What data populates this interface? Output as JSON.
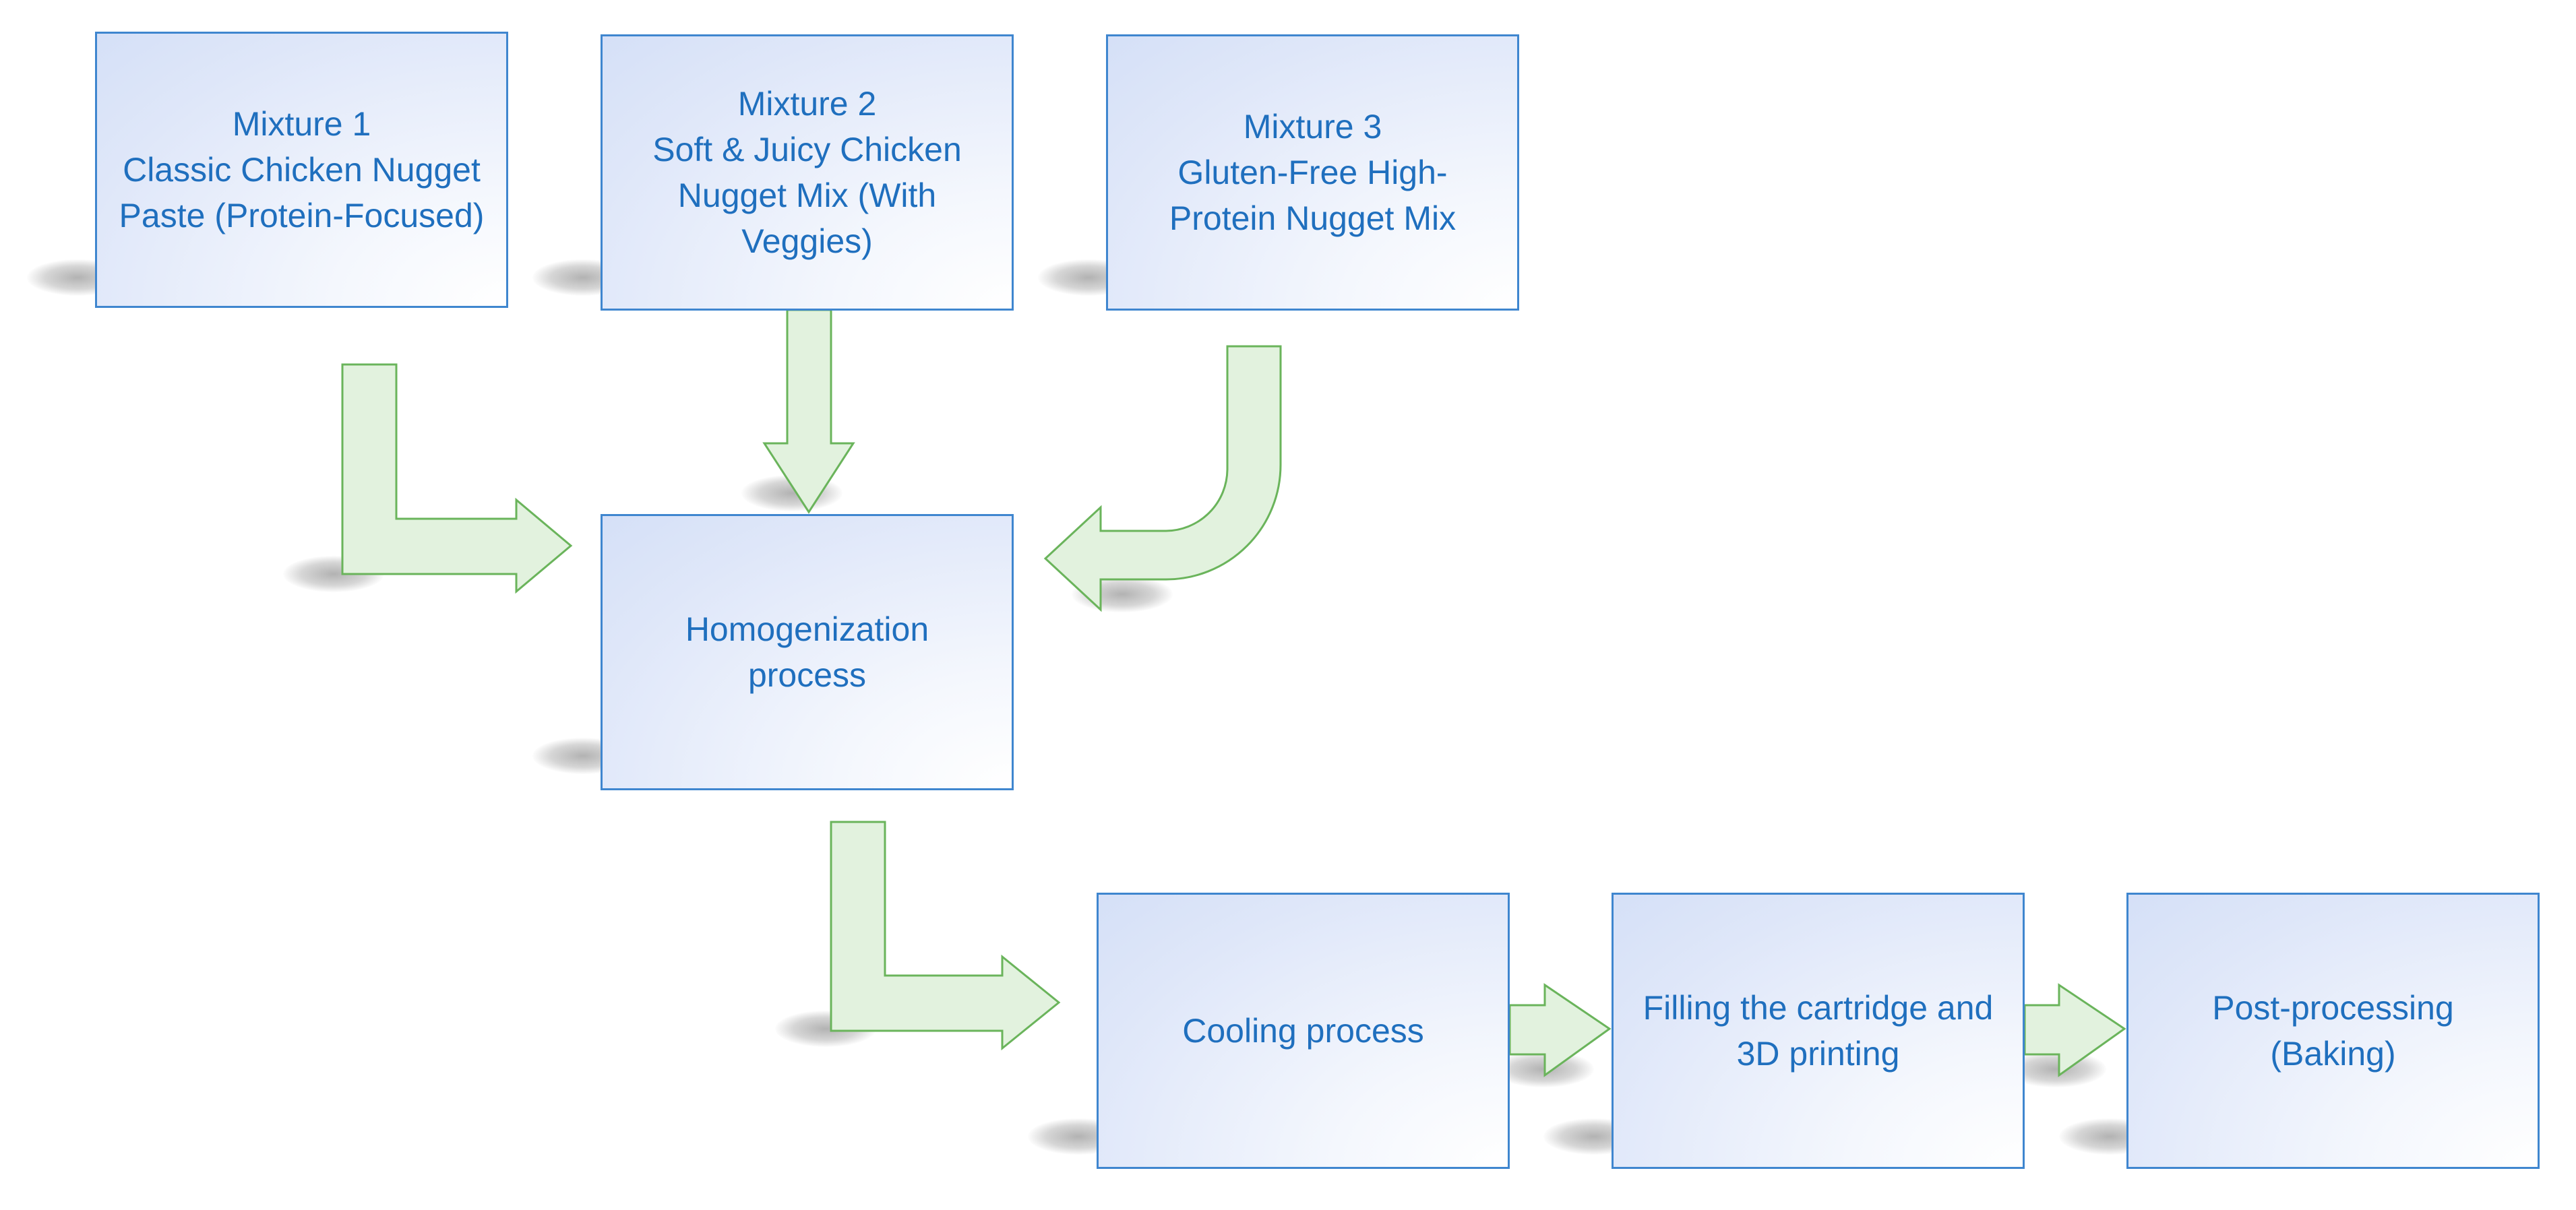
{
  "colors": {
    "box_border": "#3f86cf",
    "box_text": "#1f6fbe",
    "box_fill_light": "#ffffff",
    "box_fill_dark": "#d5e0f7",
    "arrow_fill": "#e2f2de",
    "arrow_stroke": "#6ab45b"
  },
  "diagram": {
    "mixture1": {
      "lines": [
        "Mixture 1",
        "Classic Chicken Nugget",
        "Paste (Protein-Focused)"
      ]
    },
    "mixture2": {
      "lines": [
        "Mixture 2",
        "Soft & Juicy Chicken",
        "Nugget Mix (With",
        "Veggies)"
      ]
    },
    "mixture3": {
      "lines": [
        "Mixture 3",
        "Gluten-Free High-",
        "Protein Nugget Mix"
      ]
    },
    "homogenization": {
      "lines": [
        "Homogenization",
        "process"
      ]
    },
    "cooling": {
      "lines": [
        "Cooling process"
      ]
    },
    "filling": {
      "lines": [
        "Filling the cartridge and",
        "3D printing"
      ]
    },
    "post_processing": {
      "lines": [
        "Post-processing",
        "(Baking)"
      ]
    }
  }
}
